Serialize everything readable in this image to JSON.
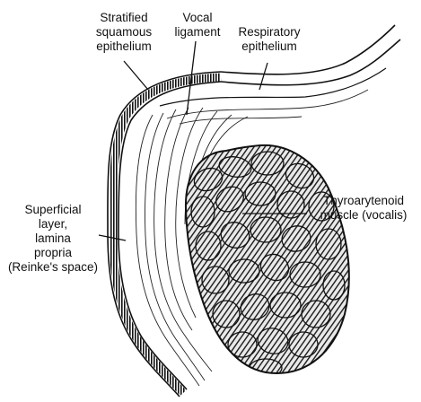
{
  "labels": {
    "stratified": [
      "Stratified",
      "squamous",
      "epithelium"
    ],
    "vocal_ligament": [
      "Vocal",
      "ligament"
    ],
    "respiratory": [
      "Respiratory",
      "epithelium"
    ],
    "thyroarytenoid": [
      "Thyroarytenoid",
      "muscle (vocalis)"
    ],
    "superficial": [
      "Superficial",
      "layer,",
      "lamina",
      "propria",
      "(Reinke's space)"
    ]
  },
  "colors": {
    "ink": "#111111",
    "background": "#ffffff",
    "muscle_fill": "#3a3a3a"
  }
}
